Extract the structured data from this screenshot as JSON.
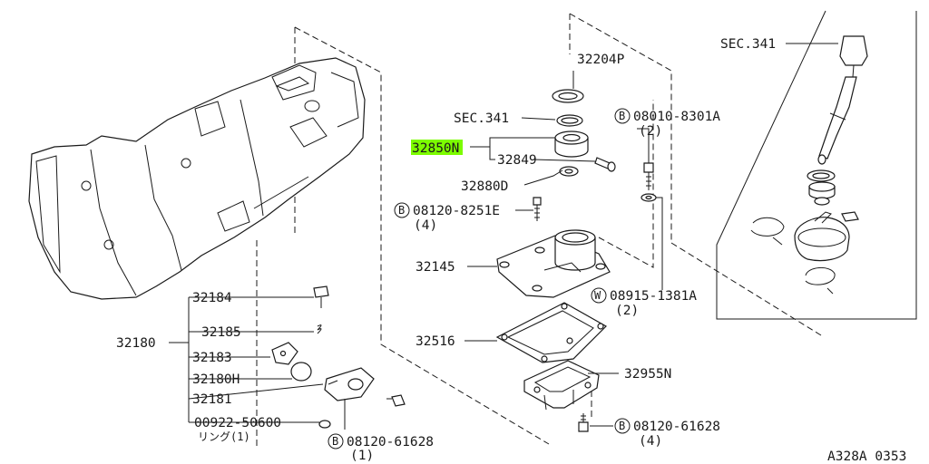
{
  "highlight_color": "#7CFC00",
  "callouts": {
    "p32204p": "32204P",
    "sec341_mid": "SEC.341",
    "p32850n": "32850N",
    "p32849": "32849",
    "p32880d": "32880D",
    "p08120_8251e": "08120-8251E",
    "qty_4a": "(4)",
    "p08010_8301a": "08010-8301A",
    "qty_2a": "(2)",
    "p32145": "32145",
    "p08915_1381a": "08915-1381A",
    "qty_2b": "(2)",
    "p32516": "32516",
    "p32955n": "32955N",
    "p08120_61628_r": "08120-61628",
    "qty_4b": "(4)",
    "sec341_right": "SEC.341",
    "p32184": "32184",
    "p32185": "32185",
    "p32180": "32180",
    "p32183": "32183",
    "p32180h": "32180H",
    "p32181": "32181",
    "p00922_50600": "00922-50600",
    "ring_jp": "リング(1)",
    "p08120_61628_b": "08120-61628",
    "qty_1": "(1)",
    "diagram_id": "A328A 0353"
  },
  "prefix_letters": {
    "b": "B",
    "w": "W"
  }
}
